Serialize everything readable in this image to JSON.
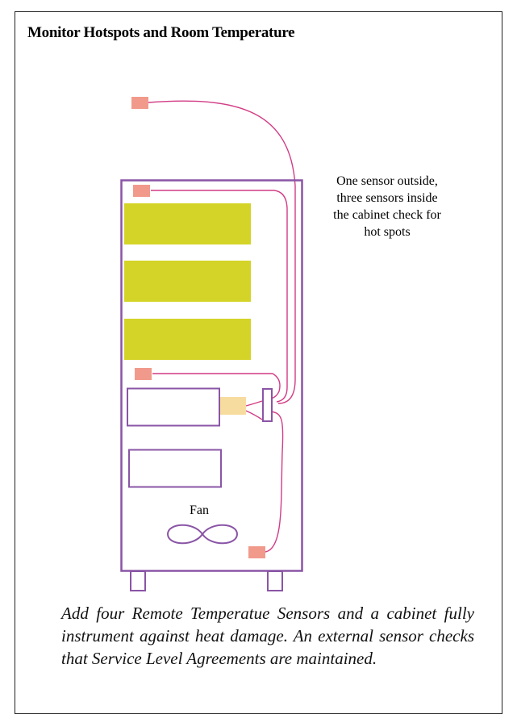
{
  "title": "Monitor Hotspots and Room Temperature",
  "note": "One sensor outside, three sensors inside the cabinet check for hot spots",
  "fan_label": "Fan",
  "caption": "Add four Remote Temperatue Sensors and a cabinet  fully instrument against heat damage. An external sensor checks that Service Level Agreements are maintained.",
  "colors": {
    "cabinet": "#8a55a6",
    "server": "#d4d428",
    "sensor": "#f19a8c",
    "cable": "#d23c86",
    "hub": "#f7dca0"
  }
}
